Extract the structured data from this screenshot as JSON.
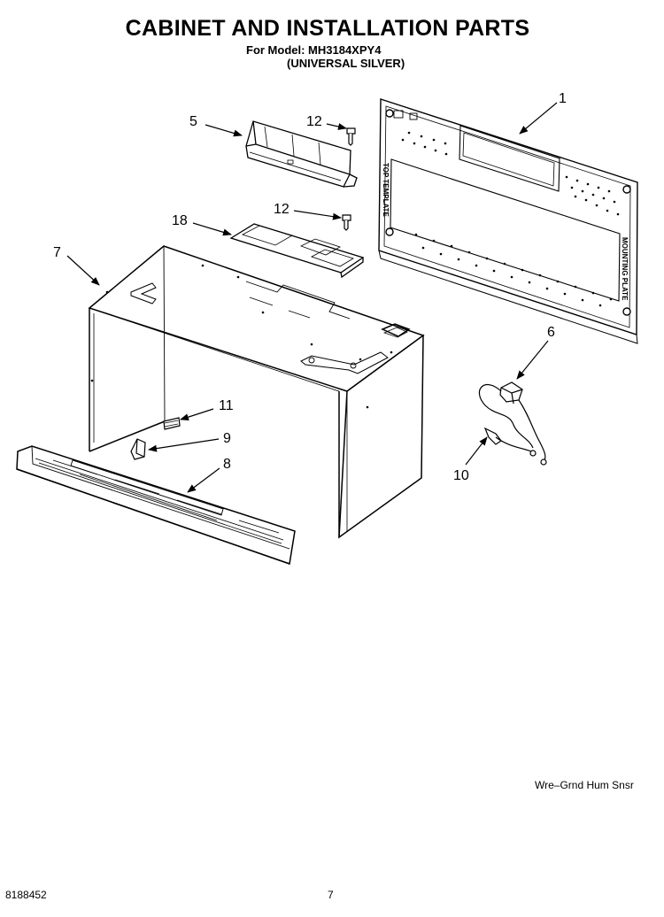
{
  "header": {
    "title": "CABINET AND INSTALLATION PARTS",
    "model_line": "For Model: MH3184XPY4",
    "variant_line": "(UNIVERSAL SILVER)"
  },
  "callouts": {
    "c1": "1",
    "c5": "5",
    "c12a": "12",
    "c12b": "12",
    "c18": "18",
    "c7": "7",
    "c6": "6",
    "c11": "11",
    "c9": "9",
    "c8": "8",
    "c10": "10"
  },
  "plate_labels": {
    "left": "TOP TEMPLATE",
    "right": "MOUNTING PLATE"
  },
  "footer": {
    "caption": "Wre–Grnd Hum Snsr",
    "doc_number": "8188452",
    "page_number": "7"
  }
}
